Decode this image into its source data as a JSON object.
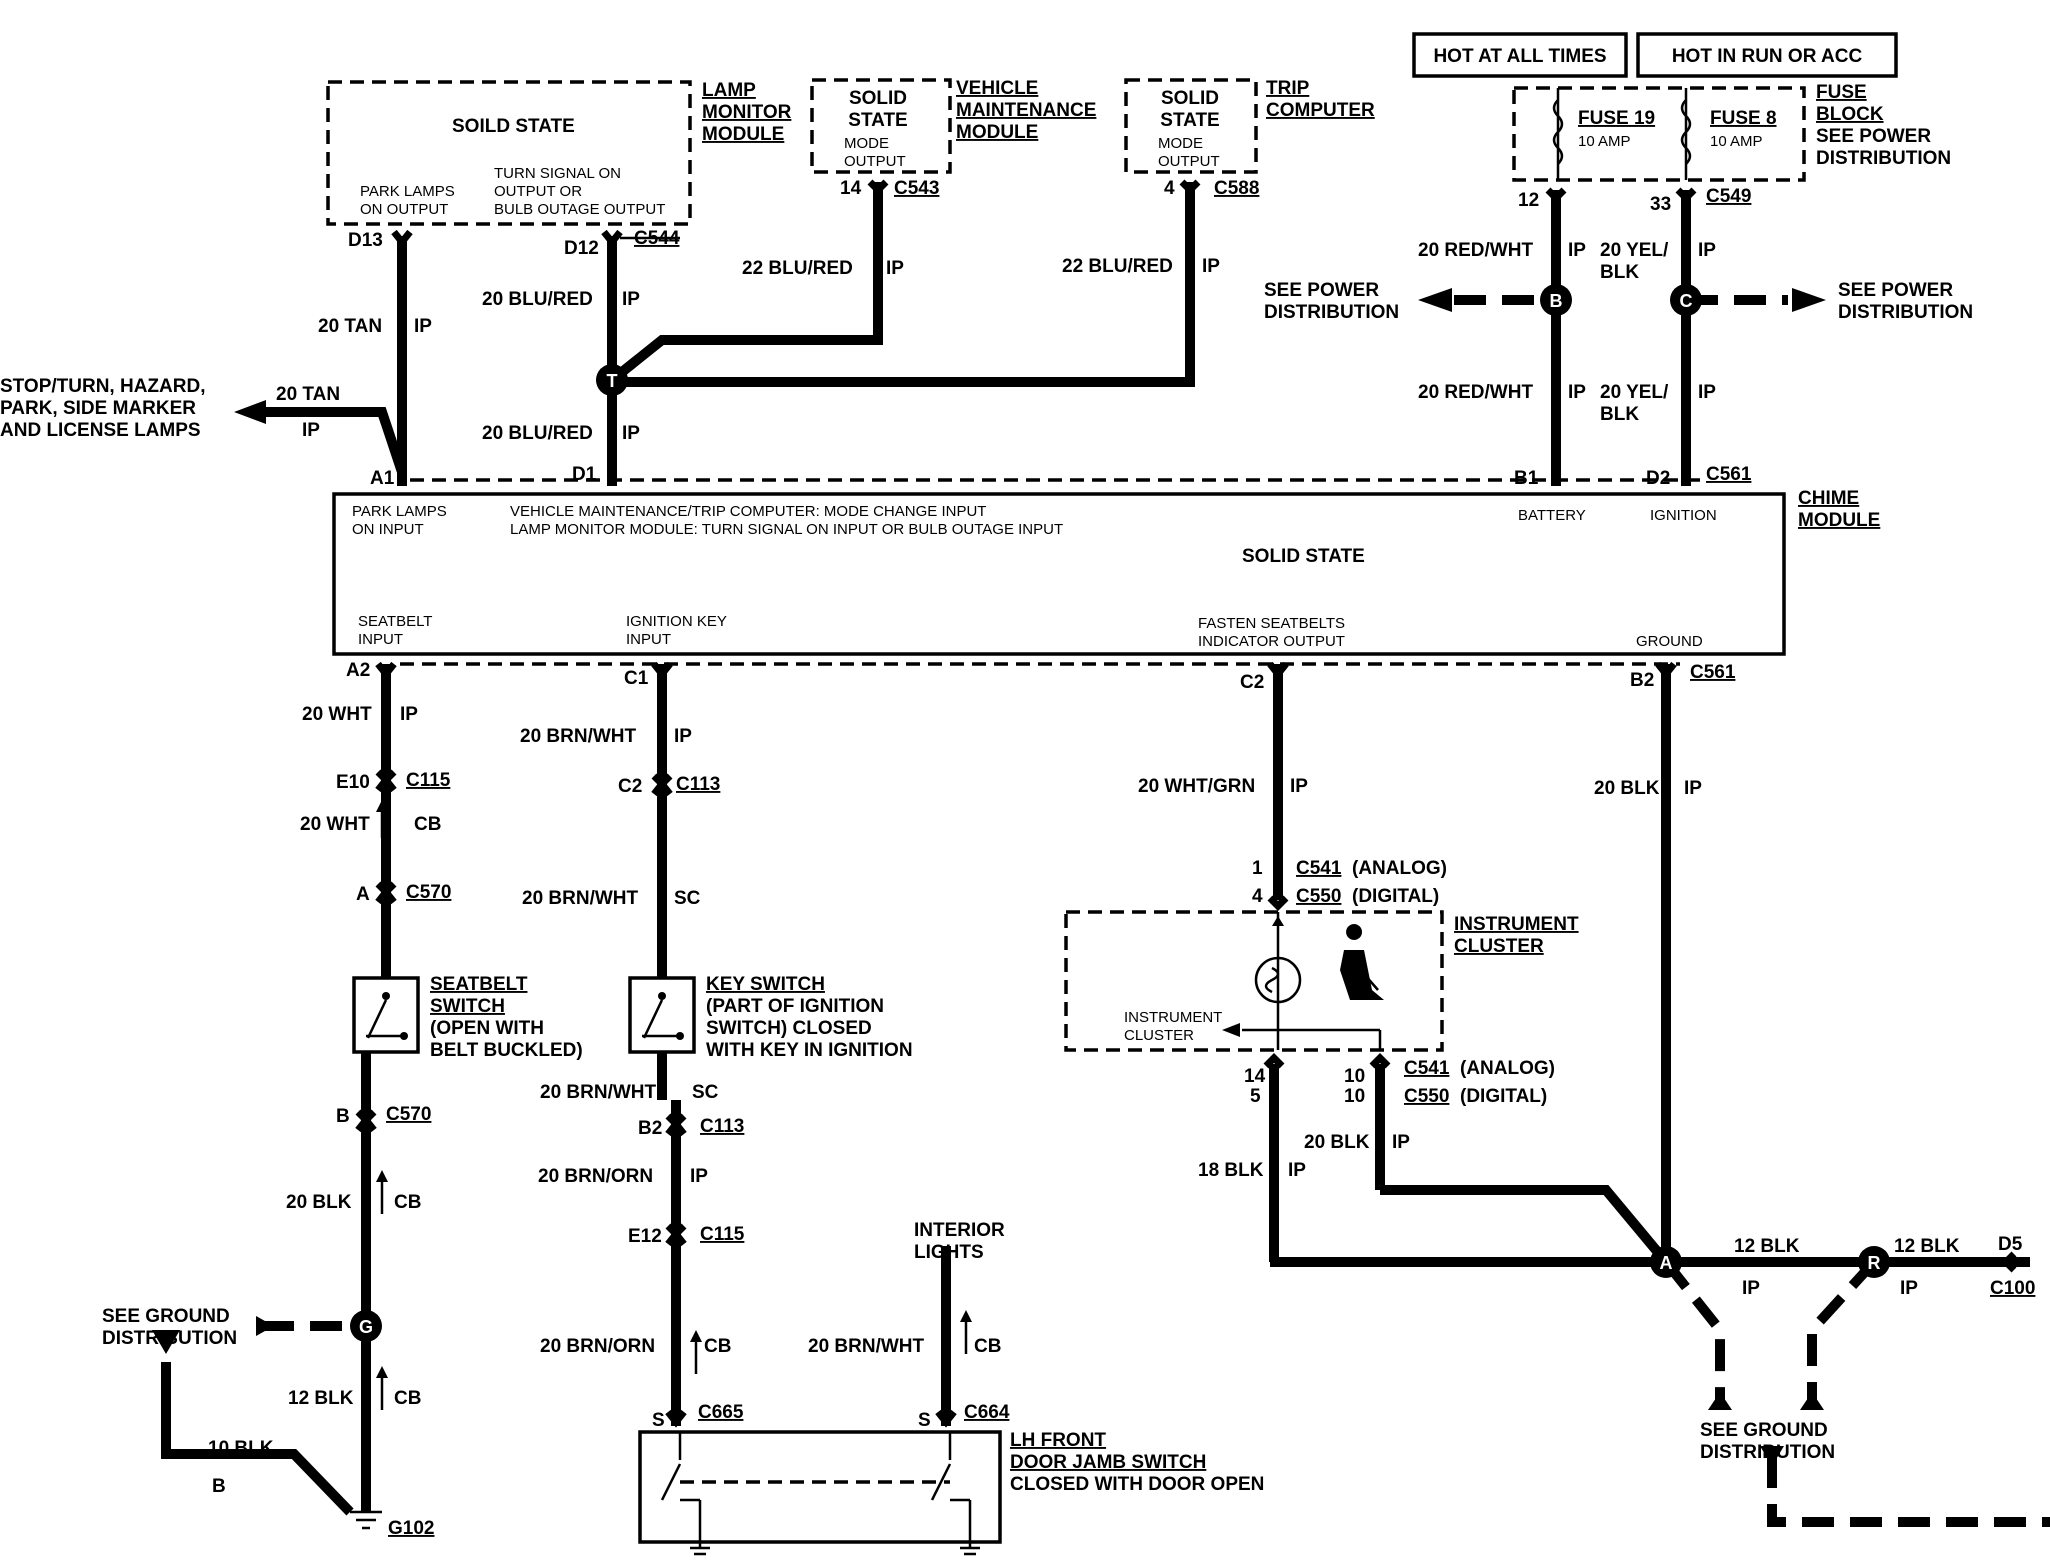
{
  "top_boxes": {
    "hot_always": "HOT AT ALL TIMES",
    "hot_run": "HOT IN RUN OR ACC"
  },
  "fuse_block": {
    "fuse19": "FUSE 19",
    "fuse19_amp": "10 AMP",
    "fuse8": "FUSE 8",
    "fuse8_amp": "10 AMP",
    "title": [
      "FUSE",
      "BLOCK"
    ],
    "sub": [
      "SEE POWER",
      "DISTRIBUTION"
    ],
    "pin_12": "12",
    "pin_33": "33",
    "conn": "C549"
  },
  "lamp_monitor": {
    "state": "SOILD STATE",
    "park_out": [
      "PARK LAMPS",
      "ON OUTPUT"
    ],
    "turn_out": [
      "TURN SIGNAL ON",
      "OUTPUT OR",
      "BULB OUTAGE OUTPUT"
    ],
    "title": [
      "LAMP",
      "MONITOR",
      "MODULE"
    ],
    "pin_d13": "D13",
    "pin_d12": "D12",
    "conn": "C544"
  },
  "vmm": {
    "state": [
      "SOLID",
      "STATE"
    ],
    "mode": [
      "MODE",
      "OUTPUT"
    ],
    "title": [
      "VEHICLE",
      "MAINTENANCE",
      "MODULE"
    ],
    "pin": "14",
    "conn": "C543"
  },
  "trip": {
    "state": [
      "SOLID",
      "STATE"
    ],
    "mode": [
      "MODE",
      "OUTPUT"
    ],
    "title": [
      "TRIP",
      "COMPUTER"
    ],
    "pin": "4",
    "conn": "C588"
  },
  "wires": {
    "tan_ip": "20 TAN",
    "ip": "IP",
    "blured_20": "20 BLU/RED",
    "blured_22": "22 BLU/RED",
    "redwht": "20 RED/WHT",
    "yelblk": [
      "20 YEL/",
      "BLK"
    ],
    "tan_ext": "20 TAN",
    "wht": "20 WHT",
    "cb": "CB",
    "sc": "SC",
    "brnwht": "20 BRN/WHT",
    "brnorn": "20 BRN/ORN",
    "whtgrn": "20 WHT/GRN",
    "blk20": "20 BLK",
    "blk18": "18 BLK",
    "blk12": "12 BLK",
    "blk10": "10 BLK",
    "b": "B"
  },
  "stop_turn": [
    "STOP/TURN, HAZARD,",
    "PARK, SIDE MARKER",
    "AND LICENSE LAMPS"
  ],
  "see_power": [
    "SEE POWER",
    "DISTRIBUTION"
  ],
  "see_ground": [
    "SEE GROUND",
    "DISTRIBUTION"
  ],
  "chime": {
    "title": [
      "CHIME",
      "MODULE"
    ],
    "park_in": [
      "PARK LAMPS",
      "ON INPUT"
    ],
    "vmm_in": "VEHICLE MAINTENANCE/TRIP COMPUTER: MODE CHANGE INPUT",
    "lmm_in": "LAMP MONITOR MODULE: TURN SIGNAL ON INPUT OR BULB OUTAGE INPUT",
    "battery": "BATTERY",
    "ignition": "IGNITION",
    "state": "SOLID STATE",
    "seatbelt_in": [
      "SEATBELT",
      "INPUT"
    ],
    "ign_key_in": [
      "IGNITION KEY",
      "INPUT"
    ],
    "fasten_out": [
      "FASTEN SEATBELTS",
      "INDICATOR OUTPUT"
    ],
    "ground": "GROUND",
    "pins": {
      "a1": "A1",
      "d1": "D1",
      "b1": "B1",
      "d2": "D2",
      "a2": "A2",
      "c1": "C1",
      "c2": "C2",
      "b2": "B2"
    },
    "conn": "C561"
  },
  "connectors": {
    "e10": "E10",
    "c115": "C115",
    "a": "A",
    "c570": "C570",
    "b": "B",
    "c2": "C2",
    "c113": "C113",
    "b2": "B2",
    "e12": "E12",
    "s": "S",
    "c665": "C665",
    "c664": "C664",
    "p1": "1",
    "p4": "4",
    "c541": "C541",
    "c550": "C550",
    "analog": "(ANALOG)",
    "digital": "(DIGITAL)",
    "p14": "14",
    "p5": "5",
    "p10": "10",
    "d5": "D5",
    "c100": "C100",
    "g102": "G102"
  },
  "seatbelt_switch": [
    "SEATBELT",
    "SWITCH",
    "(OPEN WITH",
    "BELT BUCKLED)"
  ],
  "key_switch": [
    "KEY SWITCH",
    "(PART OF IGNITION",
    "SWITCH) CLOSED",
    "WITH KEY IN IGNITION"
  ],
  "instrument": {
    "title": [
      "INSTRUMENT",
      "CLUSTER"
    ],
    "inner": [
      "INSTRUMENT",
      "CLUSTER"
    ]
  },
  "interior": [
    "INTERIOR",
    "LIGHTS"
  ],
  "door": [
    "LH FRONT",
    "DOOR JAMB SWITCH",
    "CLOSED WITH DOOR OPEN"
  ],
  "splices": {
    "t": "T",
    "b": "B",
    "c": "C",
    "g": "G",
    "a": "A",
    "r": "R"
  }
}
